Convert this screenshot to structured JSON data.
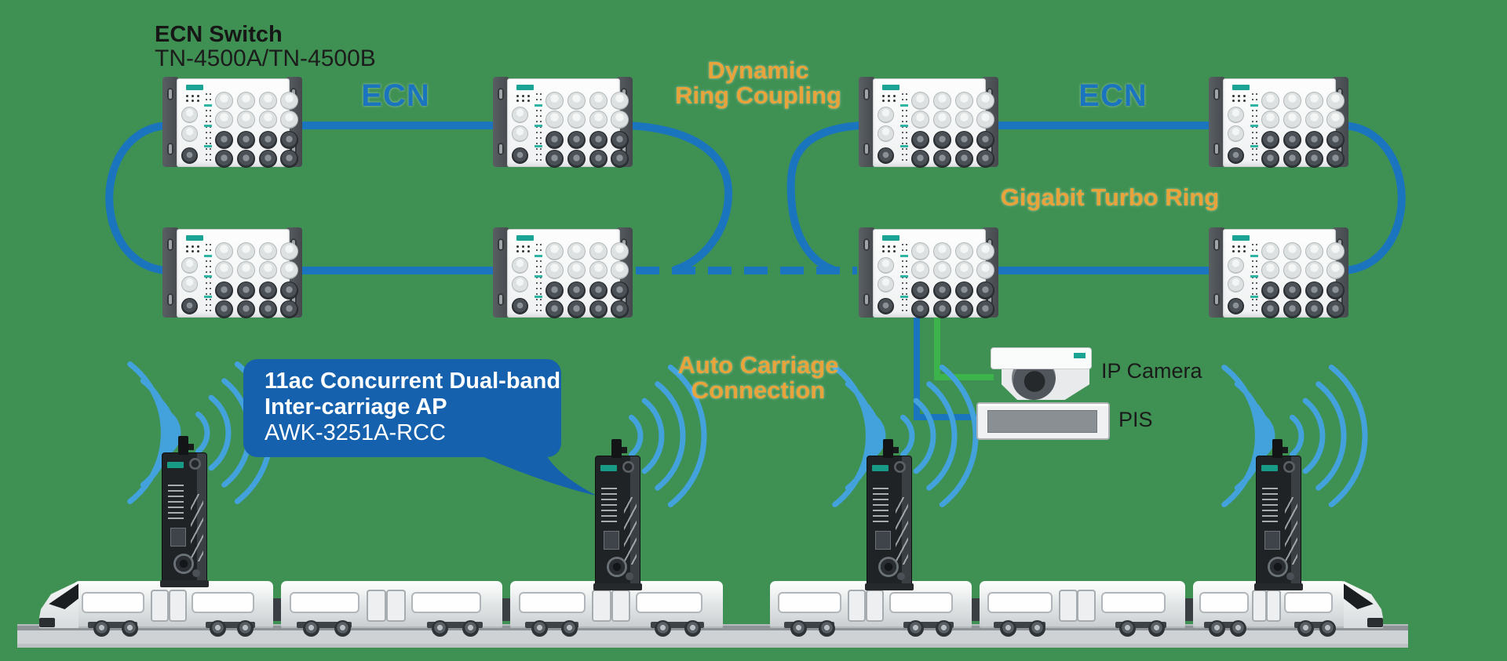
{
  "page": {
    "background": "#3F9153"
  },
  "colors": {
    "line_blue": "#1B74BE",
    "wave_blue": "#43A2DC",
    "label_orange": "#E8A43B",
    "callout_blue": "#1561AE",
    "cable_green": "#3CB44B",
    "moxa_teal": "#1BA393"
  },
  "header": {
    "title": "ECN Switch",
    "model": "TN-4500A/TN-4500B"
  },
  "labels": {
    "ecn_left": "ECN",
    "ecn_right": "ECN",
    "dynamic_line1": "Dynamic",
    "dynamic_line2": "Ring Coupling",
    "gigabit": "Gigabit Turbo Ring",
    "auto_line1": "Auto Carriage",
    "auto_line2": "Connection",
    "ip_camera": "IP Camera",
    "pis": "PIS"
  },
  "callout": {
    "line1": "11ac Concurrent Dual-band",
    "line2": "Inter-carriage AP",
    "line3": "AWK-3251A-RCC"
  },
  "diagram": {
    "switch_model": "TN-4500A/TN-4500B",
    "switch_count": 8,
    "ring_count": 2,
    "ap_model": "AWK-3251A-RCC",
    "ap_count": 4,
    "train_count": 2,
    "cars_per_train": 3,
    "connections": [
      "ECN ring left",
      "ECN ring right",
      "Dynamic Ring Coupling (dashed)",
      "Gigabit Turbo Ring",
      "Auto Carriage Connection (wireless)",
      "IP Camera (green cable)",
      "PIS (blue cable)"
    ]
  }
}
